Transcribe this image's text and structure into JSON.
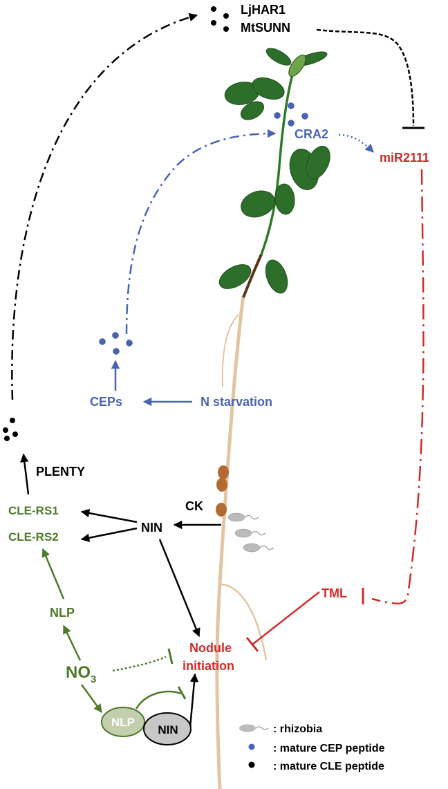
{
  "labels": {
    "ljhar1": "LjHAR1",
    "mtsunn": "MtSUNN",
    "cra2": "CRA2",
    "mir2111": "miR2111",
    "ceps": "CEPs",
    "n_starvation": "N starvation",
    "plenty": "PLENTY",
    "cle_rs1": "CLE-RS1",
    "cle_rs2": "CLE-RS2",
    "nin": "NIN",
    "ck": "CK",
    "nlp": "NLP",
    "no3_main": "NO",
    "no3_sub": "3",
    "nodule_line1": "Nodule",
    "nodule_line2": "initiation",
    "tml": "TML",
    "nlp_box": "NLP",
    "nin_box": "NIN"
  },
  "legend": {
    "rhizobia": ": rhizobia",
    "cep": ": mature CEP peptide",
    "cle": ": mature CLE peptide"
  },
  "colors": {
    "black": "#000000",
    "blue": "#4a64b4",
    "green": "#4e7a2a",
    "red": "#d42a2a",
    "leaf": "#2d6f2a",
    "root": "#e2c6a4",
    "nodule": "#b46a34",
    "grey": "#bbbbbb"
  }
}
